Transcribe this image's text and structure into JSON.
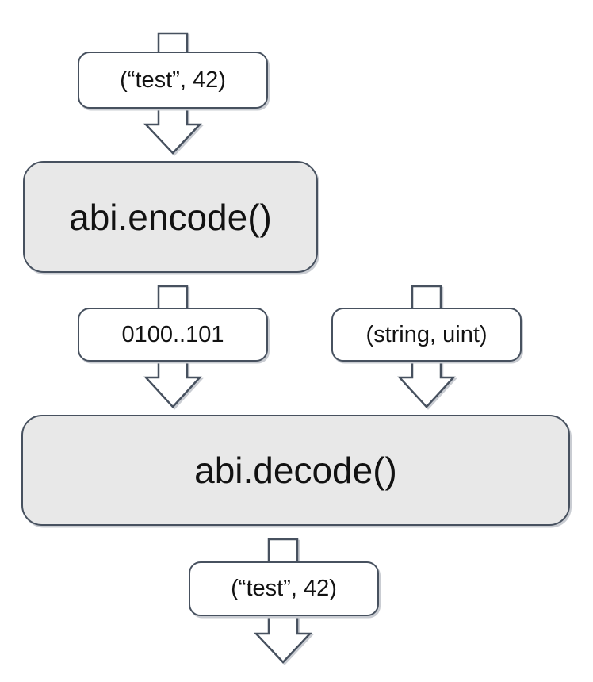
{
  "diagram": {
    "colors": {
      "stroke": "#47515f",
      "process_fill": "#e8e8e8",
      "label_fill": "#ffffff",
      "text": "#121212",
      "background": "#ffffff",
      "shadow": "#c9ccd2"
    },
    "nodes": {
      "input": {
        "label": "(“test”, 42)"
      },
      "encode": {
        "label": "abi.encode()"
      },
      "bytes": {
        "label": "0100..101"
      },
      "types": {
        "label": "(string, uint)"
      },
      "decode": {
        "label": "abi.decode()"
      },
      "output": {
        "label": "(“test”, 42)"
      }
    },
    "arrows": [
      {
        "id": "arrow-input-to-encode",
        "direction": "down"
      },
      {
        "id": "arrow-encode-to-bytes-to-decode",
        "direction": "down"
      },
      {
        "id": "arrow-types-to-decode",
        "direction": "down"
      },
      {
        "id": "arrow-decode-to-output",
        "direction": "down"
      }
    ]
  }
}
